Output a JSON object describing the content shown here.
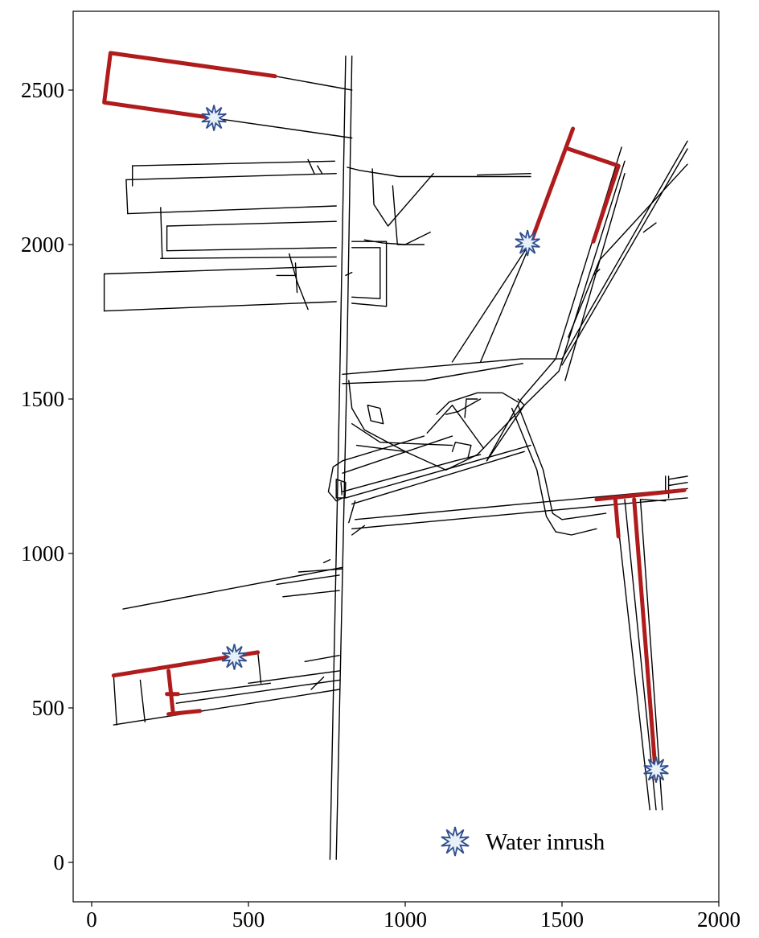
{
  "chart_data": {
    "type": "map",
    "xlim": [
      -60,
      2000
    ],
    "ylim": [
      -120,
      2750
    ],
    "x_ticks": [
      0,
      500,
      1000,
      1500,
      2000
    ],
    "y_ticks": [
      0,
      500,
      1000,
      1500,
      2000,
      2500
    ],
    "x_tick_labels": [
      "0",
      "500",
      "1000",
      "1500",
      "2000"
    ],
    "y_tick_labels": [
      "0",
      "500",
      "1000",
      "1500",
      "2000",
      "2500"
    ],
    "legend": {
      "label": "Water inrush",
      "placement": "bottom-right",
      "icon": "burst-star-icon"
    },
    "colors": {
      "tunnel": "#000000",
      "red_route": "#b01c1c",
      "star_fill": "#e8f0f8",
      "star_stroke": "#2f4f8f"
    },
    "water_inrush_points": [
      {
        "x": 390,
        "y": 2410
      },
      {
        "x": 1390,
        "y": 2005
      },
      {
        "x": 455,
        "y": 665
      },
      {
        "x": 1800,
        "y": 300
      }
    ],
    "red_routes": [
      [
        [
          585,
          2545
        ],
        [
          60,
          2620
        ],
        [
          40,
          2460
        ],
        [
          385,
          2410
        ]
      ],
      [
        [
          1535,
          2375
        ],
        [
          1400,
          2005
        ]
      ],
      [
        [
          1520,
          2310
        ],
        [
          1680,
          2255
        ],
        [
          1600,
          2010
        ]
      ],
      [
        [
          70,
          605
        ],
        [
          530,
          680
        ]
      ],
      [
        [
          245,
          620
        ],
        [
          260,
          480
        ]
      ],
      [
        [
          245,
          480
        ],
        [
          345,
          490
        ]
      ],
      [
        [
          240,
          545
        ],
        [
          275,
          545
        ]
      ],
      [
        [
          1610,
          1175
        ],
        [
          1890,
          1205
        ]
      ],
      [
        [
          1670,
          1175
        ],
        [
          1680,
          1055
        ]
      ],
      [
        [
          1730,
          1175
        ],
        [
          1800,
          270
        ]
      ]
    ],
    "tunnels": [
      [
        [
          760,
          10
        ],
        [
          790,
          1500
        ],
        [
          810,
          2610
        ]
      ],
      [
        [
          780,
          10
        ],
        [
          812,
          1500
        ],
        [
          830,
          2610
        ]
      ],
      [
        [
          585,
          2545
        ],
        [
          830,
          2500
        ]
      ],
      [
        [
          385,
          2410
        ],
        [
          830,
          2345
        ]
      ],
      [
        [
          130,
          2255
        ],
        [
          775,
          2270
        ]
      ],
      [
        [
          130,
          2255
        ],
        [
          130,
          2190
        ]
      ],
      [
        [
          110,
          2210
        ],
        [
          780,
          2230
        ]
      ],
      [
        [
          110,
          2210
        ],
        [
          115,
          2100
        ]
      ],
      [
        [
          115,
          2100
        ],
        [
          780,
          2125
        ]
      ],
      [
        [
          220,
          2120
        ],
        [
          225,
          1955
        ]
      ],
      [
        [
          240,
          2060
        ],
        [
          780,
          2075
        ]
      ],
      [
        [
          240,
          2060
        ],
        [
          240,
          1980
        ]
      ],
      [
        [
          240,
          1980
        ],
        [
          780,
          1990
        ]
      ],
      [
        [
          220,
          1955
        ],
        [
          780,
          1960
        ]
      ],
      [
        [
          40,
          1905
        ],
        [
          780,
          1930
        ]
      ],
      [
        [
          40,
          1905
        ],
        [
          40,
          1785
        ]
      ],
      [
        [
          40,
          1785
        ],
        [
          780,
          1815
        ]
      ],
      [
        [
          690,
          2275
        ],
        [
          710,
          2230
        ]
      ],
      [
        [
          720,
          2255
        ],
        [
          735,
          2230
        ]
      ],
      [
        [
          815,
          2250
        ],
        [
          855,
          2240
        ],
        [
          980,
          2220
        ],
        [
          1400,
          2220
        ]
      ],
      [
        [
          895,
          2245
        ],
        [
          900,
          2130
        ],
        [
          945,
          2060
        ],
        [
          1090,
          2230
        ]
      ],
      [
        [
          1000,
          2000
        ],
        [
          930,
          2005
        ],
        [
          870,
          2015
        ]
      ],
      [
        [
          960,
          2190
        ],
        [
          975,
          2000
        ],
        [
          1000,
          2000
        ],
        [
          1060,
          2000
        ]
      ],
      [
        [
          1080,
          2040
        ],
        [
          1000,
          2000
        ]
      ],
      [
        [
          1230,
          2225
        ],
        [
          1400,
          2230
        ]
      ],
      [
        [
          1400,
          2005
        ],
        [
          1240,
          1620
        ]
      ],
      [
        [
          1385,
          1985
        ],
        [
          1150,
          1620
        ]
      ],
      [
        [
          1385,
          1985
        ],
        [
          1400,
          2000
        ]
      ],
      [
        [
          830,
          2010
        ],
        [
          940,
          2010
        ],
        [
          940,
          1800
        ],
        [
          830,
          1810
        ]
      ],
      [
        [
          830,
          1990
        ],
        [
          920,
          1990
        ],
        [
          920,
          1825
        ],
        [
          830,
          1830
        ]
      ],
      [
        [
          630,
          1970
        ],
        [
          655,
          1880
        ],
        [
          690,
          1790
        ]
      ],
      [
        [
          590,
          1900
        ],
        [
          650,
          1900
        ]
      ],
      [
        [
          650,
          1940
        ],
        [
          655,
          1845
        ]
      ],
      [
        [
          810,
          1900
        ],
        [
          830,
          1910
        ]
      ],
      [
        [
          1690,
          2315
        ],
        [
          1480,
          1630
        ],
        [
          1370,
          1500
        ],
        [
          1260,
          1300
        ]
      ],
      [
        [
          1700,
          2270
        ],
        [
          1490,
          1590
        ],
        [
          1380,
          1480
        ],
        [
          1260,
          1300
        ]
      ],
      [
        [
          1700,
          2230
        ],
        [
          1510,
          1560
        ]
      ],
      [
        [
          1900,
          2335
        ],
        [
          1500,
          1630
        ]
      ],
      [
        [
          1900,
          2310
        ],
        [
          1500,
          1610
        ]
      ],
      [
        [
          1900,
          2260
        ],
        [
          1620,
          1950
        ],
        [
          1520,
          1700
        ]
      ],
      [
        [
          1800,
          2070
        ],
        [
          1760,
          2040
        ]
      ],
      [
        [
          1620,
          1920
        ],
        [
          1600,
          1900
        ]
      ],
      [
        [
          800,
          1580
        ],
        [
          1370,
          1630
        ],
        [
          1500,
          1630
        ]
      ],
      [
        [
          800,
          1550
        ],
        [
          1060,
          1560
        ],
        [
          1375,
          1615
        ]
      ],
      [
        [
          820,
          1560
        ],
        [
          830,
          1470
        ],
        [
          870,
          1400
        ],
        [
          1000,
          1330
        ],
        [
          1130,
          1270
        ],
        [
          1230,
          1320
        ],
        [
          1380,
          1480
        ],
        [
          1360,
          1500
        ]
      ],
      [
        [
          830,
          1420
        ],
        [
          920,
          1360
        ],
        [
          1150,
          1350
        ]
      ],
      [
        [
          845,
          1350
        ],
        [
          1000,
          1330
        ]
      ],
      [
        [
          1250,
          1340
        ],
        [
          1150,
          1480
        ],
        [
          1070,
          1390
        ]
      ],
      [
        [
          1100,
          1450
        ],
        [
          1140,
          1490
        ],
        [
          1230,
          1520
        ],
        [
          1310,
          1520
        ],
        [
          1360,
          1490
        ]
      ],
      [
        [
          1130,
          1450
        ],
        [
          1170,
          1460
        ],
        [
          1240,
          1500
        ]
      ],
      [
        [
          1190,
          1440
        ],
        [
          1195,
          1500
        ],
        [
          1230,
          1500
        ]
      ],
      [
        [
          890,
          1430
        ],
        [
          880,
          1480
        ],
        [
          920,
          1470
        ],
        [
          930,
          1420
        ],
        [
          890,
          1430
        ]
      ],
      [
        [
          1200,
          1310
        ],
        [
          1210,
          1350
        ],
        [
          1160,
          1360
        ],
        [
          1150,
          1330
        ]
      ],
      [
        [
          800,
          1300
        ],
        [
          1060,
          1380
        ]
      ],
      [
        [
          800,
          1260
        ],
        [
          1150,
          1380
        ]
      ],
      [
        [
          800,
          1200
        ],
        [
          1160,
          1300
        ],
        [
          1240,
          1320
        ]
      ],
      [
        [
          810,
          1180
        ],
        [
          1400,
          1350
        ]
      ],
      [
        [
          830,
          1160
        ],
        [
          1380,
          1330
        ]
      ],
      [
        [
          800,
          1300
        ],
        [
          770,
          1280
        ],
        [
          755,
          1200
        ],
        [
          780,
          1170
        ],
        [
          800,
          1180
        ]
      ],
      [
        [
          780,
          1240
        ],
        [
          810,
          1230
        ],
        [
          808,
          1180
        ],
        [
          780,
          1180
        ],
        [
          780,
          1240
        ]
      ],
      [
        [
          795,
          1230
        ],
        [
          798,
          1190
        ]
      ],
      [
        [
          840,
          1170
        ],
        [
          820,
          1100
        ]
      ],
      [
        [
          830,
          1080
        ],
        [
          1900,
          1180
        ]
      ],
      [
        [
          840,
          1110
        ],
        [
          1900,
          1210
        ]
      ],
      [
        [
          830,
          1060
        ],
        [
          870,
          1090
        ]
      ],
      [
        [
          1360,
          1480
        ],
        [
          1440,
          1270
        ],
        [
          1470,
          1130
        ],
        [
          1500,
          1110
        ],
        [
          1640,
          1130
        ]
      ],
      [
        [
          1340,
          1470
        ],
        [
          1420,
          1270
        ],
        [
          1450,
          1120
        ],
        [
          1480,
          1070
        ],
        [
          1530,
          1060
        ],
        [
          1610,
          1080
        ]
      ],
      [
        [
          1840,
          1240
        ],
        [
          1900,
          1250
        ]
      ],
      [
        [
          1840,
          1220
        ],
        [
          1900,
          1230
        ]
      ],
      [
        [
          1840,
          1250
        ],
        [
          1840,
          1180
        ]
      ],
      [
        [
          1830,
          1250
        ],
        [
          1830,
          1200
        ]
      ],
      [
        [
          1670,
          1175
        ],
        [
          1780,
          170
        ]
      ],
      [
        [
          1700,
          1175
        ],
        [
          1800,
          170
        ]
      ],
      [
        [
          1750,
          1175
        ],
        [
          1820,
          170
        ]
      ],
      [
        [
          1750,
          1175
        ],
        [
          1830,
          1170
        ]
      ],
      [
        [
          100,
          820
        ],
        [
          800,
          955
        ]
      ],
      [
        [
          660,
          940
        ],
        [
          800,
          950
        ]
      ],
      [
        [
          590,
          900
        ],
        [
          790,
          930
        ]
      ],
      [
        [
          610,
          860
        ],
        [
          790,
          880
        ]
      ],
      [
        [
          70,
          445
        ],
        [
          790,
          560
        ]
      ],
      [
        [
          70,
          605
        ],
        [
          80,
          445
        ]
      ],
      [
        [
          155,
          590
        ],
        [
          170,
          455
        ]
      ],
      [
        [
          260,
          540
        ],
        [
          570,
          580
        ]
      ],
      [
        [
          530,
          680
        ],
        [
          540,
          580
        ]
      ],
      [
        [
          270,
          515
        ],
        [
          790,
          590
        ]
      ],
      [
        [
          500,
          580
        ],
        [
          790,
          620
        ]
      ],
      [
        [
          680,
          650
        ],
        [
          790,
          670
        ]
      ],
      [
        [
          700,
          560
        ],
        [
          740,
          600
        ]
      ],
      [
        [
          740,
          970
        ],
        [
          760,
          980
        ]
      ]
    ]
  }
}
